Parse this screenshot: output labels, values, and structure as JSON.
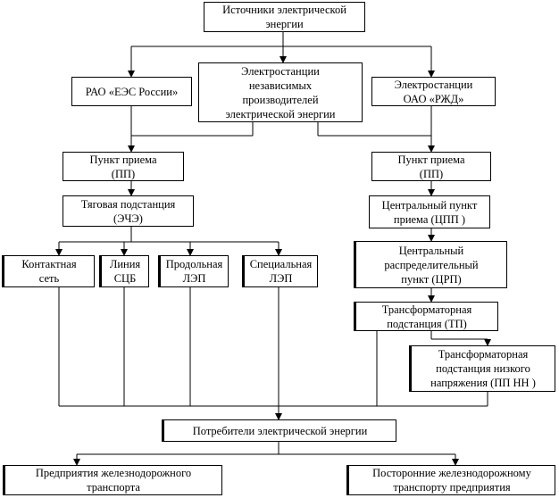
{
  "nodes": {
    "sources": "Источники электрической\nэнергии",
    "rao": "РАО «ЕЭС России»",
    "independent": "Электростанции\nнезависимых\nпроизводителей\nэлектрической энергии",
    "rzd": "Электростанции\nОАО «РЖД»",
    "pp_left": "Пункт приема\n(ПП)",
    "pp_right": "Пункт приема\n(ПП)",
    "traction": "Тяговая подстанция\n(ЭЧЭ)",
    "cpp": "Центральный пункт\nприема (ЦПП )",
    "contact": "Контактная\nсеть",
    "scb": "Линия\nСЦБ",
    "longitudinal": "Продольная\nЛЭП",
    "special": "Специальная\nЛЭП",
    "crp": "Центральный\nраспределительный\nпункт (ЦРП)",
    "tp": "Трансформаторная\nподстанция (ТП)",
    "tp_low": "Трансформаторная\nподстанция низкого\nнапряжения (ПП НН )",
    "consumers": "Потребители электрической энергии",
    "rail_enterprises": "Предприятия железнодорожного\nтранспорта",
    "outside_enterprises": "Посторонние железнодорожному\nтранспорту предприятия"
  }
}
